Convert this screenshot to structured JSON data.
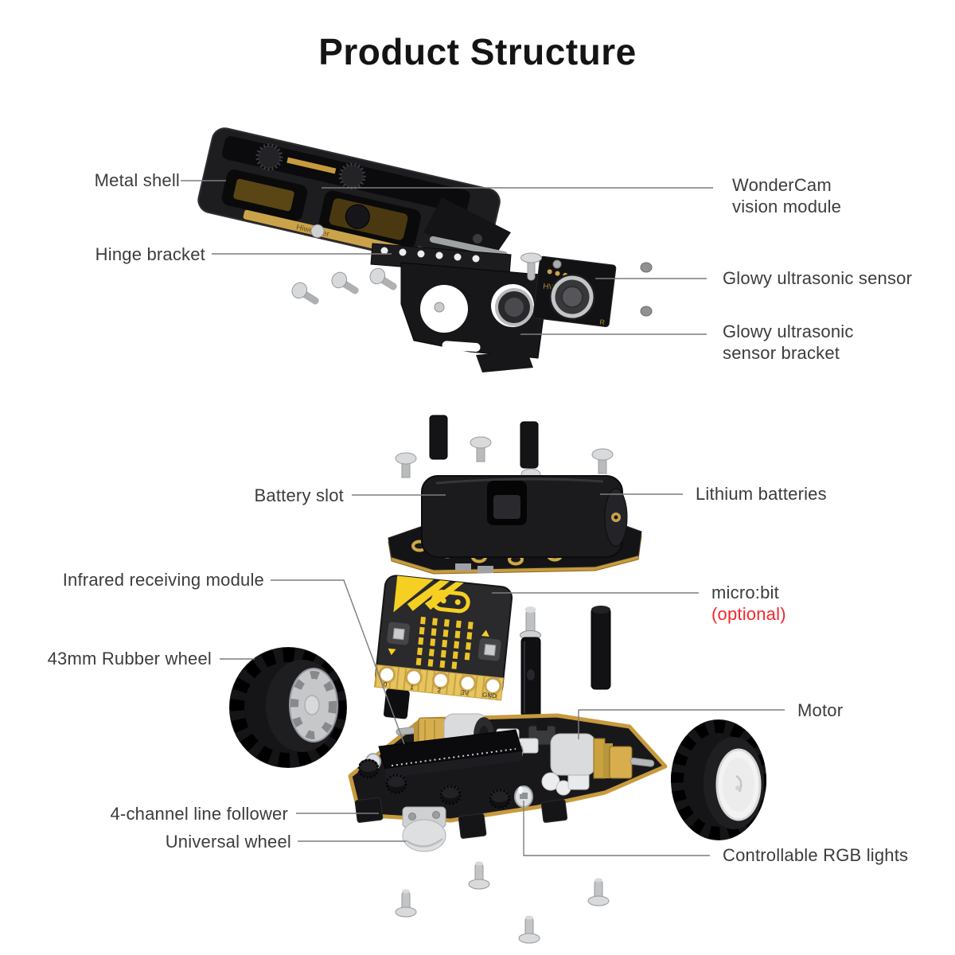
{
  "title": "Product Structure",
  "callouts": {
    "metal_shell": {
      "text": "Metal shell"
    },
    "hinge_bracket": {
      "text": "Hinge bracket"
    },
    "wondercam": {
      "line1": "WonderCam",
      "line2": "vision module"
    },
    "glowy_sensor": {
      "text": "Glowy ultrasonic sensor"
    },
    "glowy_bracket": {
      "line1": "Glowy ultrasonic",
      "line2": "sensor bracket"
    },
    "battery_slot": {
      "text": "Battery slot"
    },
    "lithium_batteries": {
      "text": "Lithium batteries"
    },
    "infrared": {
      "text": "Infrared receiving module"
    },
    "rubber_wheel": {
      "text": "43mm Rubber wheel"
    },
    "microbit": {
      "line1": "micro:bit",
      "line2": "(optional)"
    },
    "motor": {
      "text": "Motor"
    },
    "line_follower": {
      "text": "4-channel line follower"
    },
    "universal_wheel": {
      "text": "Universal wheel"
    },
    "rgb_lights": {
      "text": "Controllable RGB lights"
    }
  },
  "part_texts": {
    "shell_brand": "Hiwonder",
    "sensor_brand": "HW",
    "sensor_marking": "R",
    "microbit_pins": [
      "0",
      "1",
      "2",
      "3V",
      "GND"
    ]
  },
  "colors": {
    "label_text": "#3c3c3c",
    "optional_red": "#f3282d",
    "leader_line": "#7d7d7d",
    "gold": "#c79a3d",
    "microbit_yellow": "#f5d023",
    "background": "#ffffff"
  }
}
